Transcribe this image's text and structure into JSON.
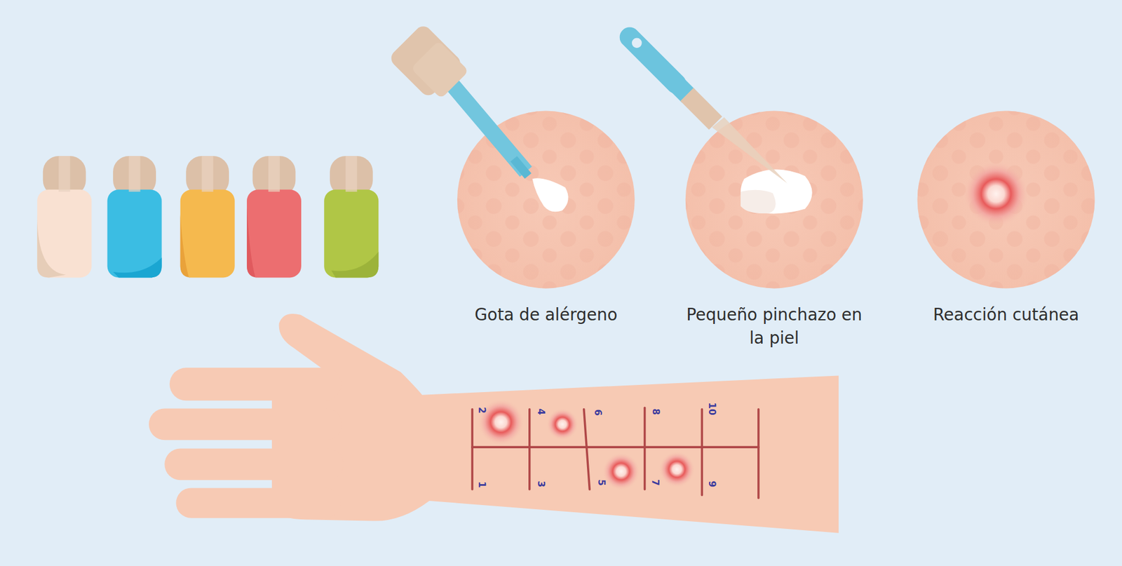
{
  "diagram": {
    "labels": [
      "Gota de alérgeno",
      "Pequeño pinchazo en la piel",
      "Reacción cutánea",
      "2",
      "4",
      "6",
      "8",
      "10",
      "1",
      "3",
      "5",
      "7",
      "9"
    ]
  }
}
